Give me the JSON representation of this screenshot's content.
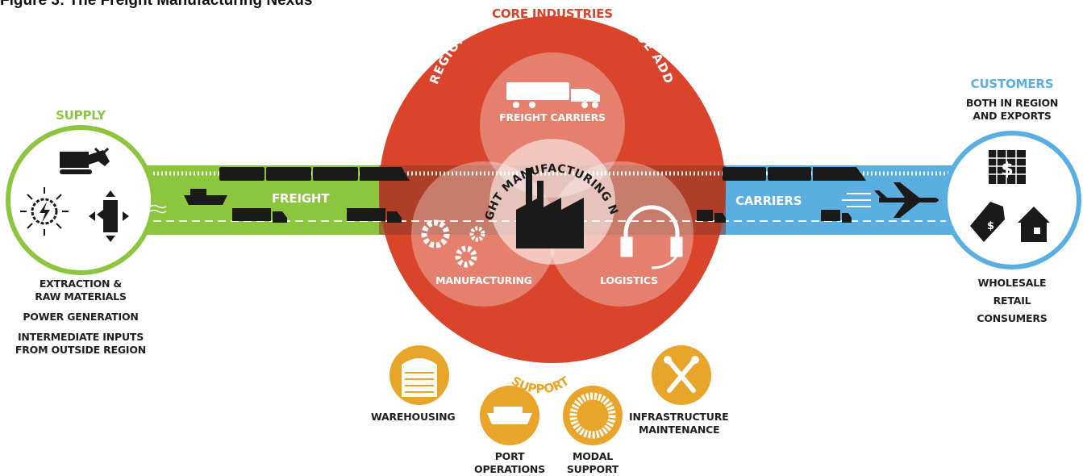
{
  "figure_title": "Figure 3: The Freight Manufacturing Nexus",
  "core": {
    "header": "CORE INDUSTRIES",
    "arc_label": "REGIONAL MANUFACTURING VALUE ADD",
    "nexus_label": "FREIGHT MANUFACTURING NEXUS",
    "freight_carriers": "FREIGHT CARRIERS",
    "manufacturing": "MANUFACTURING",
    "logistics": "LOGISTICS"
  },
  "supply": {
    "header": "SUPPLY",
    "items": [
      "EXTRACTION &",
      "RAW MATERIALS",
      "POWER GENERATION",
      "INTERMEDIATE INPUTS",
      "FROM OUTSIDE REGION"
    ]
  },
  "customers": {
    "header": "CUSTOMERS",
    "sub1": "BOTH IN REGION",
    "sub2": "AND EXPORTS",
    "items": [
      "WHOLESALE",
      "RETAIL",
      "CONSUMERS"
    ]
  },
  "bands": {
    "freight": "FREIGHT",
    "carriers": "CARRIERS"
  },
  "support": {
    "header": "SUPPORT",
    "warehousing": "WAREHOUSING",
    "port_1": "PORT",
    "port_2": "OPERATIONS",
    "modal_1": "MODAL",
    "modal_2": "SUPPORT",
    "infra_1": "INFRASTRUCTURE",
    "infra_2": "MAINTENANCE"
  },
  "colors": {
    "core_red": "#d9442b",
    "supply_green": "#8cc63f",
    "customer_blue": "#5aaee0",
    "support_gold": "#e9a52a",
    "icon_black": "#1a1a1a"
  },
  "icons": [
    "excavator-icon",
    "power-icon",
    "inputs-icon",
    "ship-icon",
    "train-icon",
    "truck-icon",
    "factory-icon",
    "gears-icon",
    "headset-icon",
    "airplane-icon",
    "building-dollar-icon",
    "price-tag-icon",
    "house-icon",
    "warehouse-icon",
    "tire-icon",
    "tools-icon"
  ]
}
